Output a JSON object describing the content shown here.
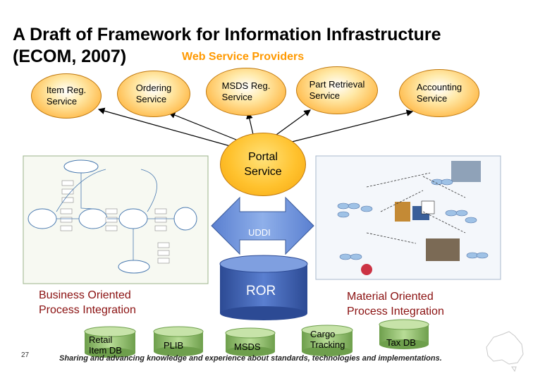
{
  "title": {
    "line1": "A Draft of Framework for Information Infrastructure",
    "line2": "(ECOM, 2007)"
  },
  "web_service_providers_label": "Web Service Providers",
  "services": {
    "item_reg": [
      "Item Reg.",
      "Service"
    ],
    "ordering": [
      "Ordering",
      "Service"
    ],
    "msds_reg": [
      "MSDS Reg.",
      "Service"
    ],
    "part_retrieval": [
      "Part Retrieval",
      "Service"
    ],
    "accounting": [
      "Accounting",
      "Service"
    ]
  },
  "portal": [
    "Portal",
    "Service"
  ],
  "uddi_label": "UDDI",
  "ror_label": "ROR",
  "left_group": [
    "Business Oriented",
    "Process Integration"
  ],
  "right_group": [
    "Material Oriented",
    "Process Integration"
  ],
  "databases": {
    "retail_item_db": [
      "Retail",
      "Item DB"
    ],
    "plib": "PLIB",
    "msds": "MSDS",
    "cargo_tracking": [
      "Cargo",
      "Tracking"
    ],
    "tax_db": "Tax DB"
  },
  "footer": "Sharing and advancing knowledge and experience about standards, technologies and implementations.",
  "page_number": "27",
  "colors": {
    "oval_fill": "#f9a825",
    "ror_blue": "#3f5fb0",
    "uddi_blue": "#6b8fd6",
    "db_green": "#8fbf6a",
    "wsp_orange": "#ff9900",
    "group_label": "#8a1010"
  }
}
